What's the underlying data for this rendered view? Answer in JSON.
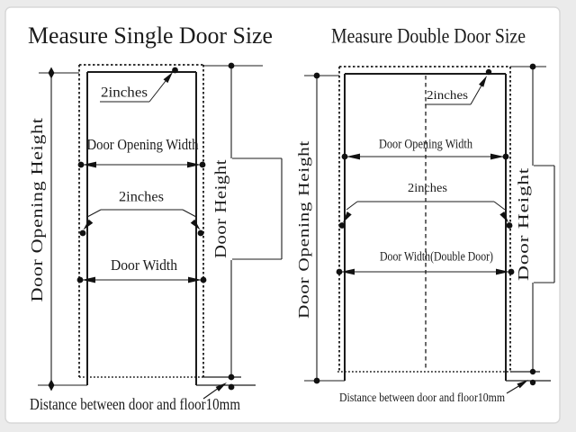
{
  "colors": {
    "page_background": "#ebebeb",
    "card_background": "#ffffff",
    "ink": "#1b1b1b"
  },
  "single_door": {
    "title": "Measure Single Door Size",
    "door_opening_height_label": "Door Opening Height",
    "door_height_label": "Door Height",
    "top_gap_label": "2inches",
    "door_opening_width_label": "Door Opening Width",
    "side_gap_label": "2inches",
    "door_width_label": "Door Width",
    "floor_gap_label": "Distance between door and floor10mm"
  },
  "double_door": {
    "title": "Measure Double Door Size",
    "door_opening_height_label": "Door Opening Height",
    "door_height_label": "Door Height",
    "top_gap_label": "2inches",
    "door_opening_width_label": "Door Opening Width",
    "side_gap_label": "2inches",
    "door_width_label": "Door Width(Double Door)",
    "floor_gap_label": "Distance between door and floor10mm"
  }
}
